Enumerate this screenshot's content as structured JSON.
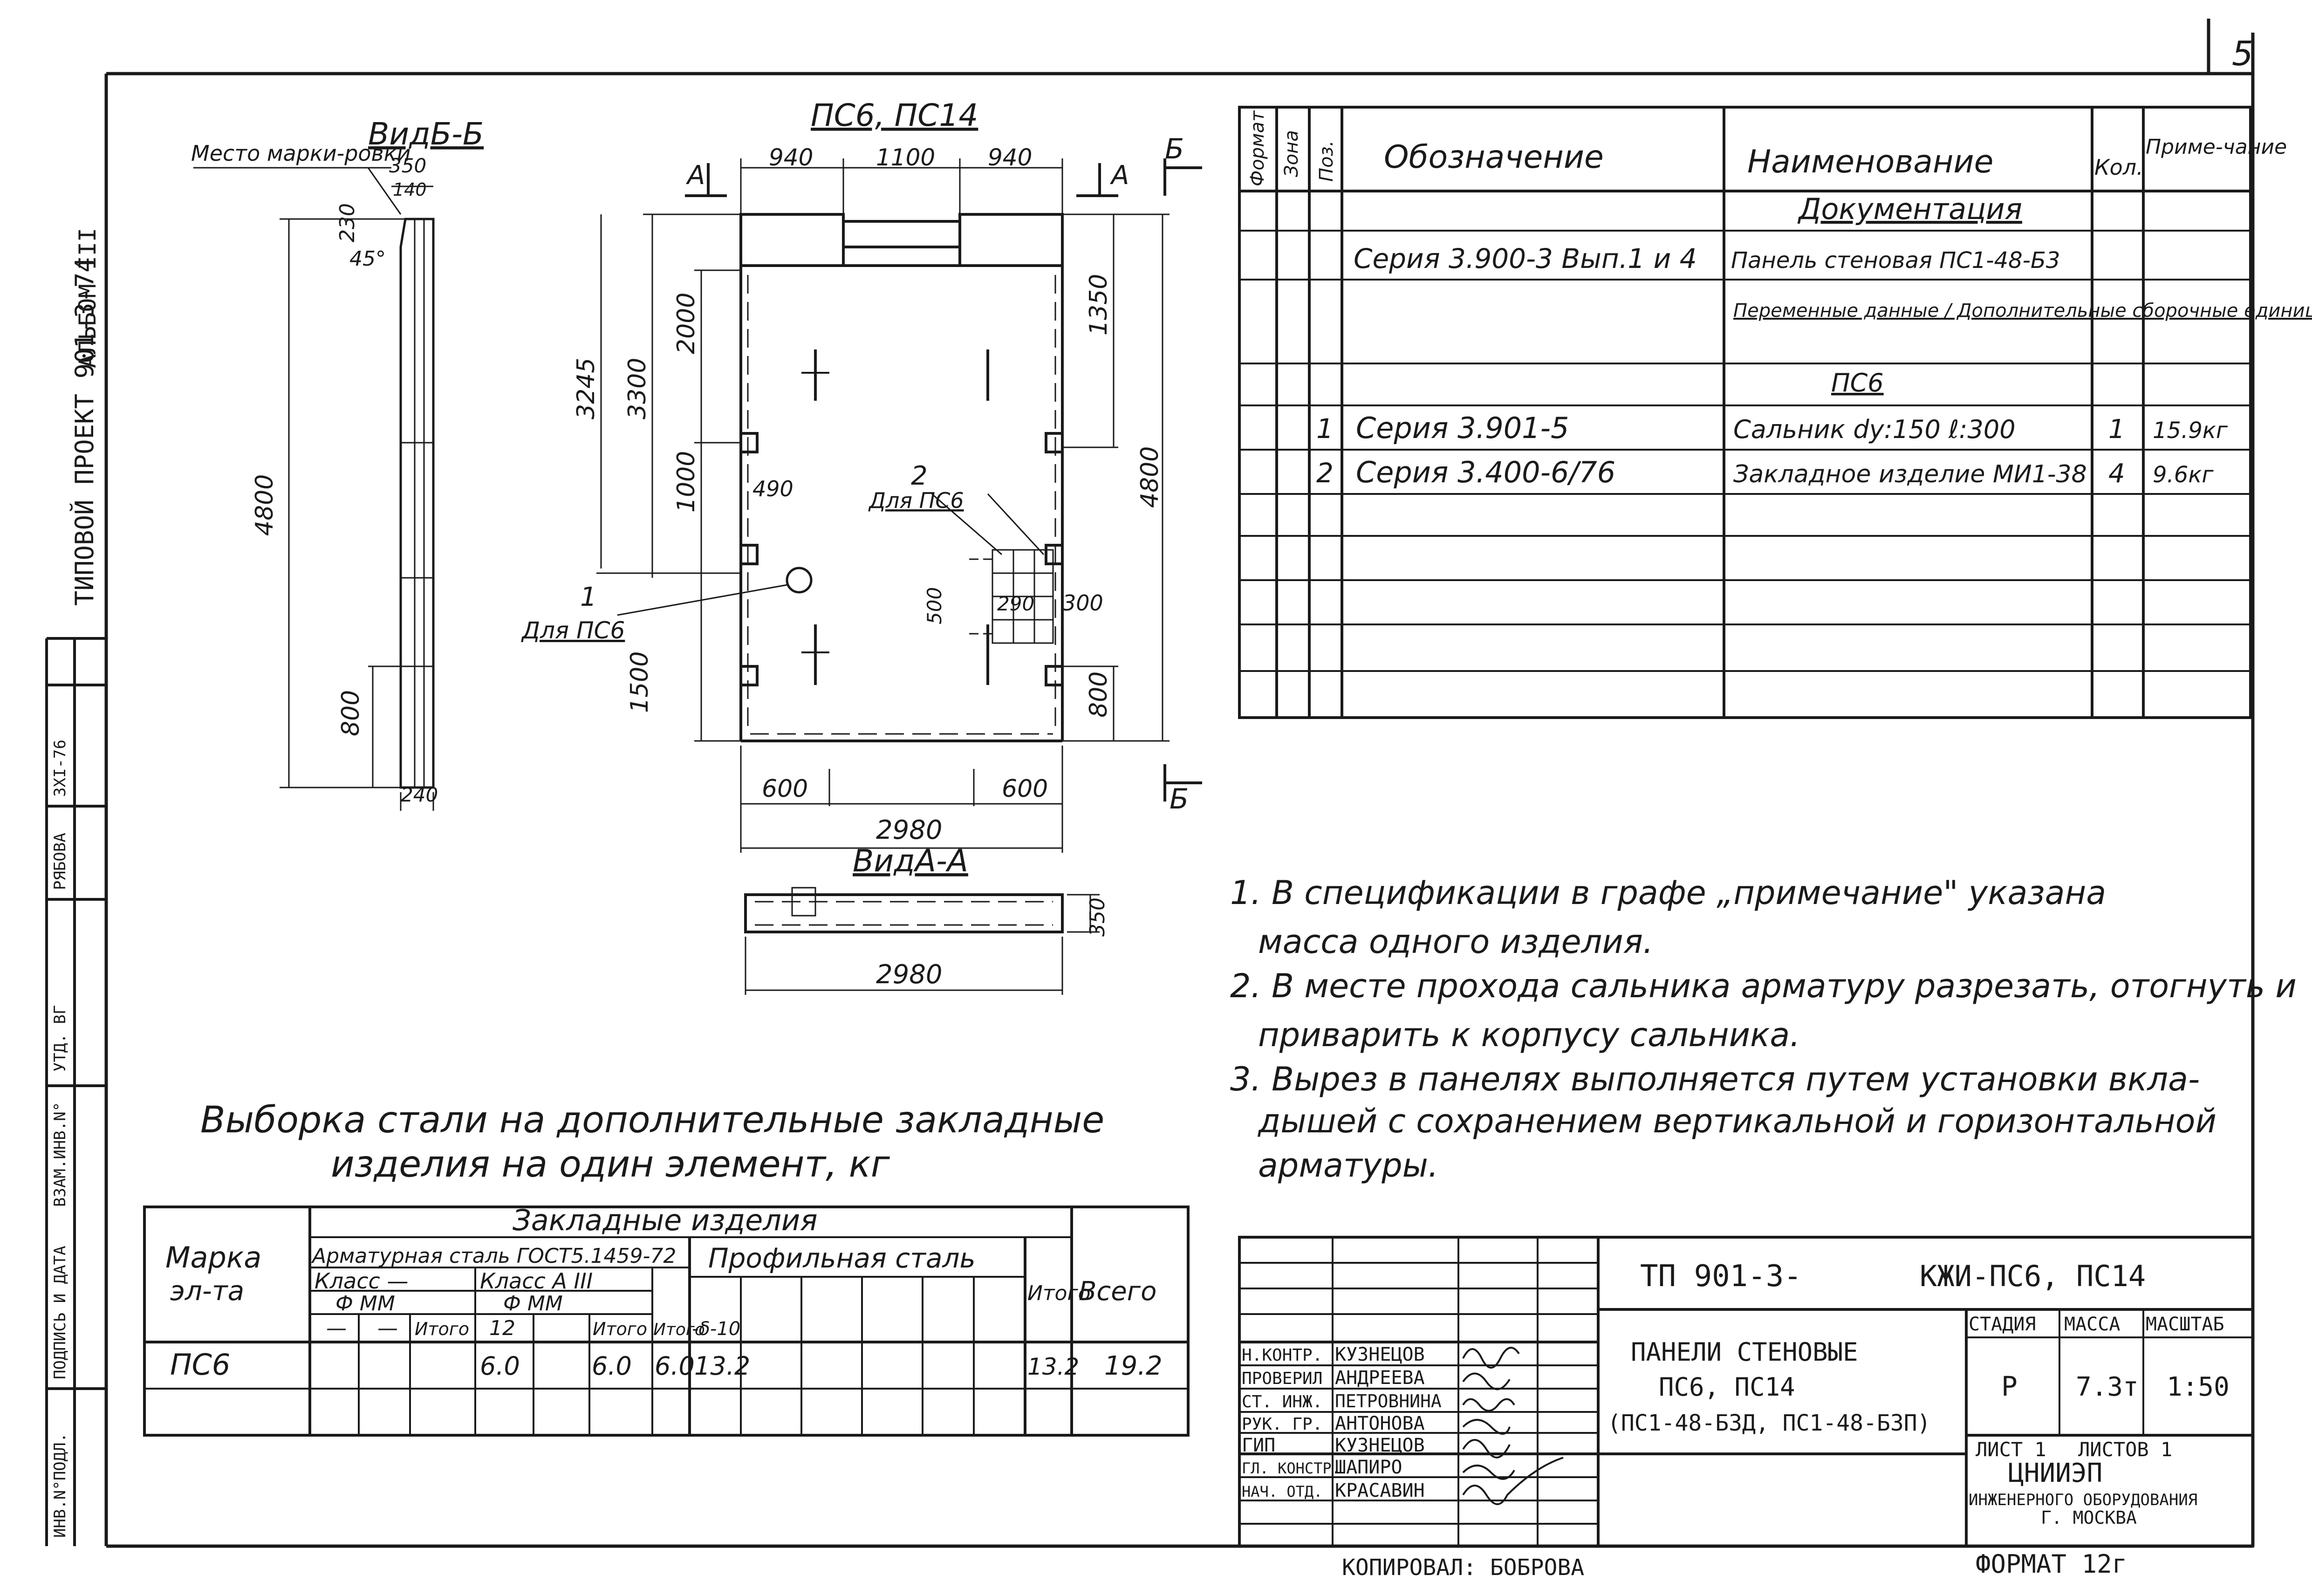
{
  "sheet_number": "5",
  "left_margin": {
    "project": "ТИПОВОЙ ПРОЕКТ 901-3-74",
    "album": "АЛЬБОМ III",
    "stamp_fields": [
      "ИНВ.N°ПОДЛ.",
      "ПОДПИСЬ И ДАТА",
      "ВЗАМ.ИНВ.N°",
      "УТД. ВГ",
      "РЯБОВА",
      "3XI-76"
    ]
  },
  "view_bb": {
    "title": "ВидБ-Б",
    "mark_place": "Место марки-ровки",
    "dims": {
      "d350": "350",
      "d140": "140",
      "d230": "230",
      "angle": "45°",
      "d4800": "4800",
      "d800": "800",
      "d240": "240"
    }
  },
  "panel": {
    "title": "ПС6, ПС14",
    "top_dims": [
      "940",
      "1100",
      "940"
    ],
    "section_a": "А",
    "section_b": "Б",
    "left_dims": {
      "d3245": "3245",
      "d3300": "3300",
      "d2000": "2000",
      "d1000": "1000",
      "d1500": "1500"
    },
    "right_dims": {
      "d1350": "1350",
      "d4800": "4800",
      "d800": "800"
    },
    "inner_dims": {
      "d490": "490",
      "d500": "500",
      "d290": "290",
      "d300": "300"
    },
    "item1_num": "1",
    "item1_label": "Для ПС6",
    "item2_num": "2",
    "item2_label": "Для ПС6",
    "bottom_dims": {
      "d600a": "600",
      "d600b": "600",
      "d2980": "2980"
    }
  },
  "view_aa": {
    "title": "ВидА-А",
    "d350": "350",
    "d2980": "2980"
  },
  "spec": {
    "headers": {
      "format": "Формат",
      "zone": "Зона",
      "pos": "Поз.",
      "designation": "Обозначение",
      "name": "Наименование",
      "qty": "Кол.",
      "note": "Приме-чание"
    },
    "rows": [
      {
        "pos": "",
        "designation": "",
        "name": "Документация",
        "qty": "",
        "note": ""
      },
      {
        "pos": "",
        "designation": "Серия 3.900-3  Вып.1 и 4",
        "name": "Панель стеновая ПС1-48-Б3",
        "qty": "",
        "note": ""
      },
      {
        "pos": "",
        "designation": "",
        "name": "Переменные данные / Дополнительные сборочные единицы",
        "qty": "",
        "note": ""
      },
      {
        "pos": "",
        "designation": "",
        "name": "ПС6",
        "qty": "",
        "note": ""
      },
      {
        "pos": "1",
        "designation": "Серия 3.901-5",
        "name": "Сальник dу:150  ℓ:300",
        "qty": "1",
        "note": "15.9кг"
      },
      {
        "pos": "2",
        "designation": "Серия 3.400-6/76",
        "name": "Закладное изделие МИ1-38",
        "qty": "4",
        "note": "9.6кг"
      }
    ]
  },
  "notes": [
    "1. В спецификации в графе „примечание\" указана",
    "масса одного изделия.",
    "2. В месте прохода сальника арматуру разрезать, отогнуть и",
    "приварить к корпусу сальника.",
    "3. Вырез в панелях выполняется путем установки вкла-",
    "дышей с сохранением вертикальной и горизонтальной",
    "арматуры."
  ],
  "steel_table": {
    "title_line1": "Выборка стали на дополнительные закладные",
    "title_line2": "изделия на один элемент, кг",
    "headers": {
      "mark": "Марка эл-та",
      "embedded": "Закладные изделия",
      "rebar": "Арматурная сталь ГОСТ5.1459-72",
      "class1": "Класс —",
      "class2": "Класс А III",
      "fmm1": "Ф ММ",
      "fmm2": "Ф ММ",
      "dash1": "—",
      "dash2": "—",
      "d12": "12",
      "itogo1": "Итого",
      "itogo2": "Итого",
      "itogo3": "Итого",
      "profile": "Профильная сталь",
      "delta": "-δ-10",
      "itogo4": "Итого",
      "total": "Всего"
    },
    "row": {
      "mark": "ПС6",
      "v12": "6.0",
      "itogo2": "6.0",
      "itogo3": "6.0",
      "delta": "13.2",
      "itogo4": "13.2",
      "total": "19.2"
    }
  },
  "title_block": {
    "code_left": "ТП 901-3-",
    "code_right": "КЖИ-ПС6, ПС14",
    "title_line1": "ПАНЕЛИ СТЕНОВЫЕ",
    "title_line2": "ПС6, ПС14",
    "title_line3": "(ПС1-48-Б3Д, ПС1-48-Б3П)",
    "stage_h": "СТАДИЯ",
    "mass_h": "МАССА",
    "scale_h": "МАСШТАБ",
    "stage": "Р",
    "mass": "7.3т",
    "scale": "1:50",
    "sheet": "ЛИСТ 1",
    "sheets": "ЛИСТОВ 1",
    "org1": "ЦНИИЭП",
    "org2": "ИНЖЕНЕРНОГО ОБОРУДОВАНИЯ",
    "org3": "Г. МОСКВА",
    "staff": [
      {
        "role": "Н.КОНТР.",
        "name": "КУЗНЕЦОВ"
      },
      {
        "role": "ПРОВЕРИЛ",
        "name": "АНДРЕЕВА"
      },
      {
        "role": "СТ. ИНЖ.",
        "name": "ПЕТРОВНИНА"
      },
      {
        "role": "РУК. ГР.",
        "name": "АНТОНОВА"
      },
      {
        "role": "ГИП",
        "name": "КУЗНЕЦОВ"
      },
      {
        "role": "ГЛ. КОНСТР.",
        "name": "ШАПИРО"
      },
      {
        "role": "НАЧ. ОТД.",
        "name": "КРАСАВИН"
      }
    ]
  },
  "footer": {
    "copied": "КОПИРОВАЛ: БОБРОВА",
    "format": "ФОРМАТ 12г"
  }
}
